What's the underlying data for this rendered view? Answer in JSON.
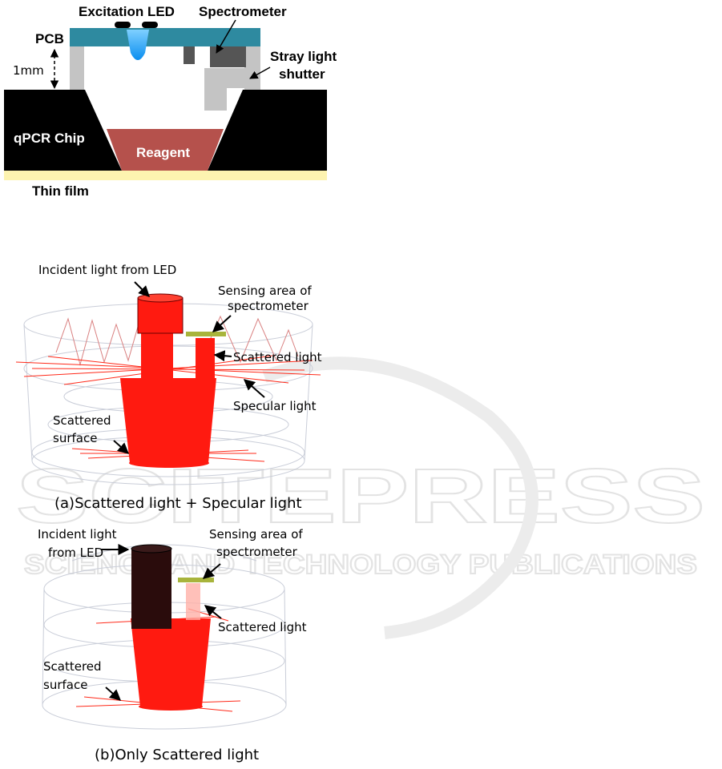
{
  "cross_section": {
    "excitation_led": "Excitation LED",
    "spectrometer": "Spectrometer",
    "pcb": "PCB",
    "gap": "1mm",
    "stray_light_shutter_line1": "Stray light",
    "stray_light_shutter_line2": "shutter",
    "qpcr_chip": "qPCR Chip",
    "reagent": "Reagent",
    "thin_film": "Thin film"
  },
  "sim_a": {
    "incident": "Incident light from LED",
    "sensing_line1": "Sensing area of",
    "sensing_line2": "spectrometer",
    "scattered_light": "Scattered light",
    "specular_light": "Specular light",
    "surface_line1": "Scattered",
    "surface_line2": "surface",
    "caption": "(a)Scattered light + Specular light"
  },
  "sim_b": {
    "incident_line1": "Incident light",
    "incident_line2": "from LED",
    "sensing_line1": "Sensing area of",
    "sensing_line2": "spectrometer",
    "scattered_light": "Scattered light",
    "surface_line1": "Scattered",
    "surface_line2": "surface",
    "caption": "(b)Only Scattered light"
  },
  "watermark": {
    "line1": "SCITEPRESS",
    "line2": "SCIENCE AND TECHNOLOGY PUBLICATIONS"
  },
  "colors": {
    "pcb": "#2e8aa0",
    "chip": "#000000",
    "reagent": "#b5514c",
    "thin_film": "#fdf3b0",
    "shutter": "#c4c4c4",
    "led_beam": "#1aa0f0",
    "sim_red": "#ff1a10"
  }
}
